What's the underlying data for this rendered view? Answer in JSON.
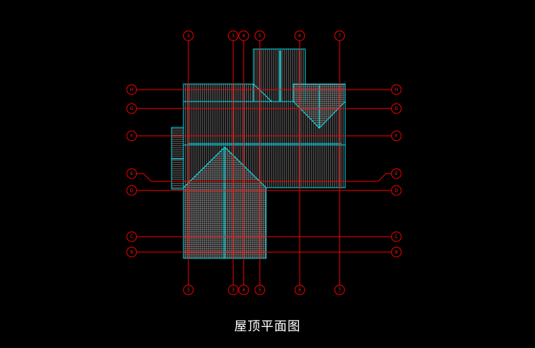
{
  "title": "屋顶平面图",
  "colors": {
    "background": "#000000",
    "grid": "#ff0000",
    "outline": "#00e5ee",
    "hatch": "#8a8a8a"
  },
  "grid": {
    "vertical": [
      {
        "label": "3"
      },
      {
        "label": "3"
      },
      {
        "label": "4"
      },
      {
        "label": "5"
      },
      {
        "label": "6"
      },
      {
        "label": "7"
      }
    ],
    "horizontal": [
      {
        "label": "H"
      },
      {
        "label": "G"
      },
      {
        "label": "F"
      },
      {
        "label": "E"
      },
      {
        "label": "D"
      },
      {
        "label": "C"
      },
      {
        "label": "B"
      }
    ]
  }
}
